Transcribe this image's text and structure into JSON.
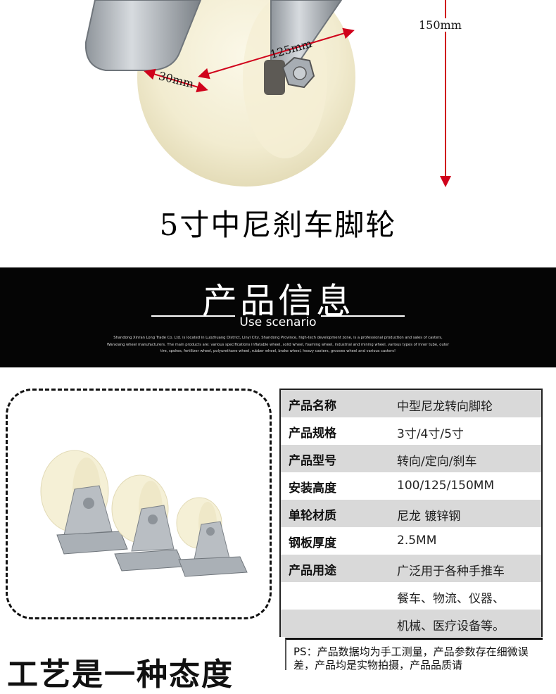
{
  "hero": {
    "dimensions": {
      "height_label": "150mm",
      "diameter_label": "125mm",
      "width_label": "30mm"
    },
    "title": "5寸中尼刹车脚轮"
  },
  "banner": {
    "title": "产品信息",
    "subtitle": "Use scenario",
    "description": "Shandong Xinran Long Trade Co. Ltd. is located in Luozhuang District, Linyi City, Shandong Province, high-tech development zone, is a professional production and sales of casters, Wanxiang wheel manufacturers. The main products are: various specifications inflatable wheel, solid wheel, foaming wheel, industrial and mining wheel, various types of inner tube, outer tire, spokes, fertilizer wheel, polyurethane wheel, rubber wheel, brake wheel, heavy casters, grooves wheel and various casters!"
  },
  "specs": {
    "rows": [
      {
        "label": "产品名称",
        "value": "中型尼龙转向脚轮"
      },
      {
        "label": "产品规格",
        "value": "3寸/4寸/5寸"
      },
      {
        "label": "产品型号",
        "value": "转向/定向/刹车"
      },
      {
        "label": "安装高度",
        "value": "100/125/150MM"
      },
      {
        "label": "单轮材质",
        "value": "尼龙  镀锌钢"
      },
      {
        "label": "钢板厚度",
        "value": "2.5MM"
      },
      {
        "label": "产品用途",
        "value": "广泛用于各种手推车"
      },
      {
        "label": "",
        "value": "餐车、物流、仪器、"
      },
      {
        "label": "",
        "value": "机械、医疗设备等。"
      }
    ]
  },
  "ps_note": "PS：产品数据均为手工测量，产品参数存在细微误差，产品均是实物拍摄，产品品质请",
  "bottom_heading": "工艺是一种态度",
  "colors": {
    "banner_bg": "#050505",
    "row_shade": "#d9d9d9",
    "dimension_arrow": "#d0021b",
    "wheel": "#f7f2da"
  }
}
